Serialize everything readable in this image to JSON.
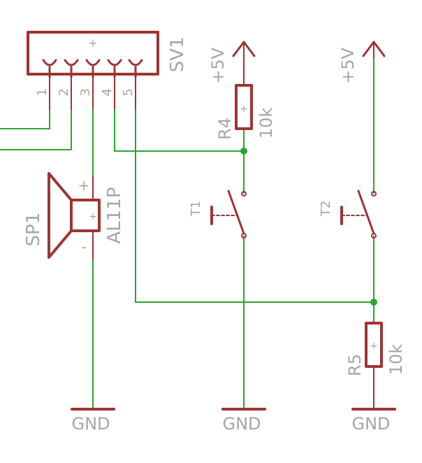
{
  "schematic": {
    "colors": {
      "background": "#ffffff",
      "component": "#9e3434",
      "wire": "#2aa62a",
      "junction": "#2aa62a",
      "label": "#a6a6a6"
    },
    "connector": {
      "name": "SV1",
      "pin_mark": "+",
      "pins": [
        "1",
        "2",
        "3",
        "4",
        "5"
      ]
    },
    "speaker": {
      "name": "SP1",
      "value": "AL11P",
      "plus": "+",
      "minus": "-",
      "center_mark": "+"
    },
    "resistors": [
      {
        "name": "R4",
        "value": "10k",
        "mark": "+"
      },
      {
        "name": "R5",
        "value": "10k",
        "mark": "+"
      }
    ],
    "switches": [
      {
        "name": "T1"
      },
      {
        "name": "T2"
      }
    ],
    "supplies": [
      {
        "label": "+5V"
      },
      {
        "label": "+5V"
      }
    ],
    "grounds": [
      {
        "label": "GND"
      },
      {
        "label": "GND"
      },
      {
        "label": "GND"
      }
    ]
  }
}
